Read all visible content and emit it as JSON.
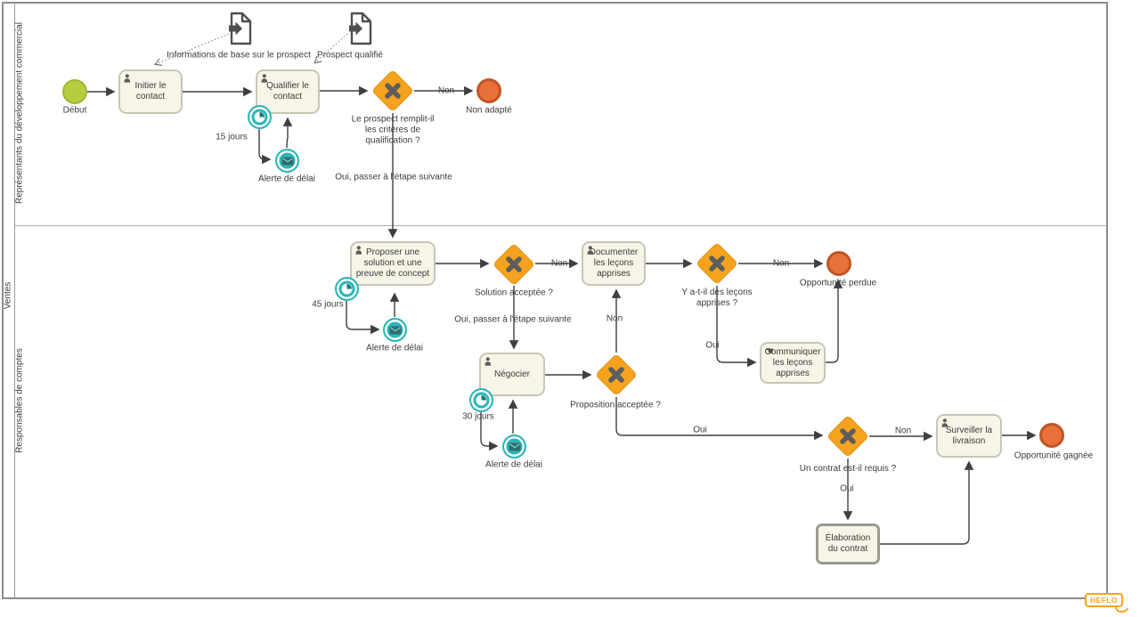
{
  "pool": {
    "label": "Ventes"
  },
  "lanes": {
    "lane1": "Représentants du développement commercial",
    "lane2": "Responsables de comptes"
  },
  "events": {
    "start": "Début",
    "end_non_adapte": "Non adapté",
    "end_opportunite_perdue": "Opportunité perdue",
    "end_opportunite_gagnee": "Opportunité gagnée",
    "alerte": "Alerte de délai",
    "timer_15": "15 jours",
    "timer_45": "45 jours",
    "timer_30": "30 jours"
  },
  "tasks": {
    "initier": "Initier le contact",
    "qualifier": "Qualifier le contact",
    "proposer": "Proposer une solution et une preuve de concept",
    "documenter": "Documenter les leçons apprises",
    "negocier": "Négocier",
    "communiquer": "Communiquer les leçons apprises",
    "surveiller": "Surveiller la livraison",
    "elaboration": "Élaboration du contrat"
  },
  "gateways": {
    "qualification": "Le prospect remplit-il les critères de qualification ?",
    "solution": "Solution acceptée ?",
    "lecons": "Y a-t-il des leçons apprises ?",
    "proposition": "Proposition acceptée ?",
    "contrat": "Un contrat est-il requis ?"
  },
  "data_objects": {
    "infos_base": "Informations de base sur le prospect",
    "prospect_qualifie": "Prospect qualifié"
  },
  "flow_labels": {
    "non": "Non",
    "oui": "Oui",
    "oui_suivante": "Oui, passer à l'étape suivante"
  },
  "watermark": "HEFLO",
  "colors": {
    "task_fill": "#F7F5E8",
    "gateway_orange": "#F5A31E",
    "start_green": "#B8CC3F",
    "end_orange": "#E8703A",
    "event_teal": "#29B6B8"
  }
}
